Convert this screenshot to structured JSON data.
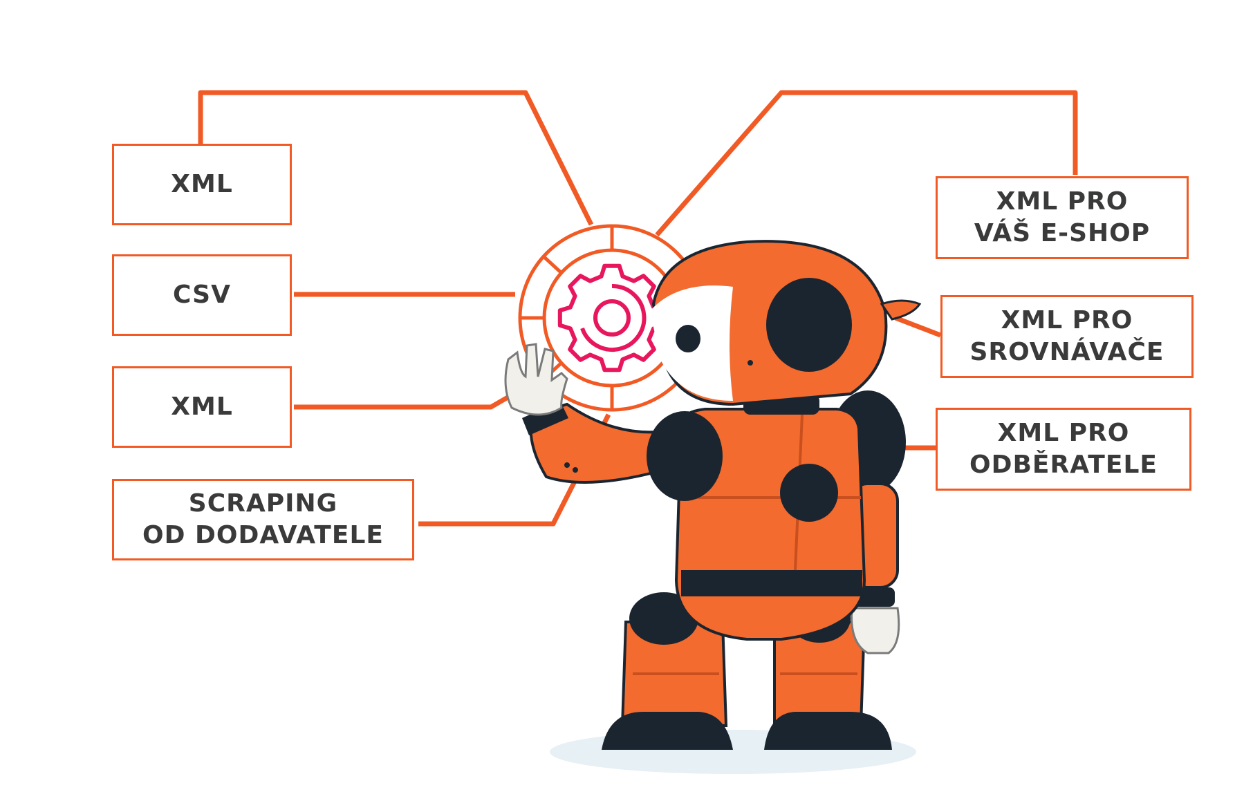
{
  "colors": {
    "line": "#f15a24",
    "gear": "#e8175d",
    "robot_orange": "#f36b2e",
    "robot_dark": "#1b2530",
    "text": "#3a3a3a"
  },
  "inputs": [
    {
      "lines": [
        "XML"
      ]
    },
    {
      "lines": [
        "CSV"
      ]
    },
    {
      "lines": [
        "XML"
      ]
    },
    {
      "lines": [
        "SCRAPING",
        "OD DODAVATELE"
      ]
    }
  ],
  "outputs": [
    {
      "lines": [
        "XML PRO",
        "VÁŠ E-SHOP"
      ]
    },
    {
      "lines": [
        "XML PRO",
        "SROVNÁVAČE"
      ]
    },
    {
      "lines": [
        "XML PRO",
        "ODBĚRATELE"
      ]
    }
  ],
  "center": {
    "icon": "gear-icon"
  },
  "illustration": {
    "icon": "robot-illustration"
  }
}
